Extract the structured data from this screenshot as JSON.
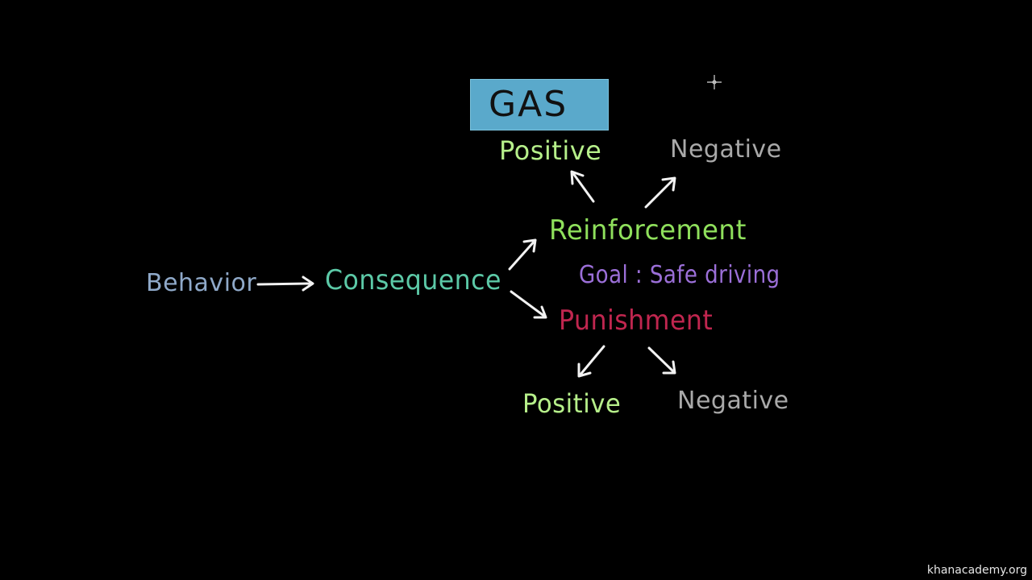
{
  "diagram": {
    "box_label": "GAS",
    "behavior": "Behavior",
    "consequence": "Consequence",
    "reinforcement": "Reinforcement",
    "punishment": "Punishment",
    "goal": "Goal : Safe driving",
    "reinforcement_positive": "Positive",
    "reinforcement_negative": "Negative",
    "punishment_positive": "Positive",
    "punishment_negative": "Negative"
  },
  "watermark": "khanacademy.org",
  "colors": {
    "background": "#000000",
    "box_fill": "#5aa9cb",
    "behavior": "#8fa9c9",
    "consequence": "#5cc9a7",
    "reinforcement": "#8fe05c",
    "punishment": "#c0264f",
    "goal": "#9b6fd8",
    "positive": "#b6ef8a",
    "negative": "#a9a9a9",
    "arrow": "#f2f2f2"
  },
  "icons": {
    "cursor": "crosshair-cursor-icon"
  }
}
